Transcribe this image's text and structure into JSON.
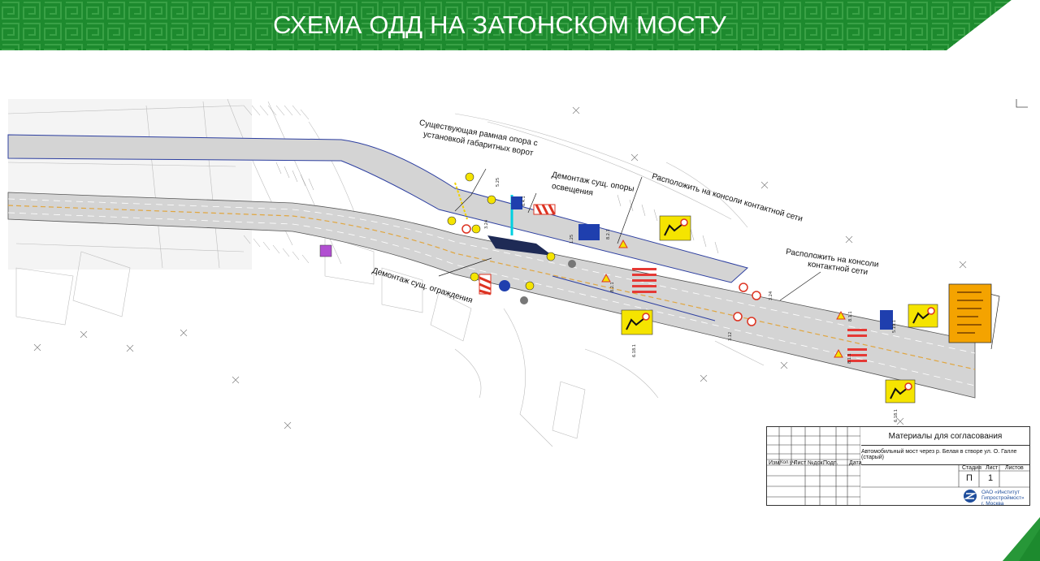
{
  "header": {
    "title": "СХЕМА ОДД НА ЗАТОНСКОМ МОСТУ"
  },
  "annotations": {
    "frame_support": [
      "Существующая рамная опора с",
      "установкой габаритных ворот"
    ],
    "dismantle_lighting": [
      "Демонтаж сущ. опоры",
      "освещения"
    ],
    "console_1": "Расположить на консоли контактной сети",
    "console_2": [
      "Расположить на консоли",
      "контактной сети"
    ],
    "dismantle_fence": "Демонтаж сущ. ограждения"
  },
  "title_block": {
    "header": "Материалы для согласования",
    "subtitle": "Автомобильный мост через р. Белая в створе ул. О. Галле (старый)",
    "columns": [
      "Изм.",
      "Кол.уч.",
      "Лист",
      "№док.",
      "Подп.",
      "Дата"
    ],
    "stage_label": "Стадия",
    "sheet_label": "Лист",
    "sheets_label": "Листов",
    "stage_value": "П",
    "sheet_value": "1",
    "org_name": [
      "ОАО «Институт",
      "Гипростроймост»",
      "г. Москва"
    ]
  },
  "colors": {
    "brand_green": "#1d8a2e",
    "road": "#d4d4d4",
    "sign_yellow": "#f5e400",
    "sign_blue": "#1f3fae",
    "marking_red": "#e53935"
  }
}
